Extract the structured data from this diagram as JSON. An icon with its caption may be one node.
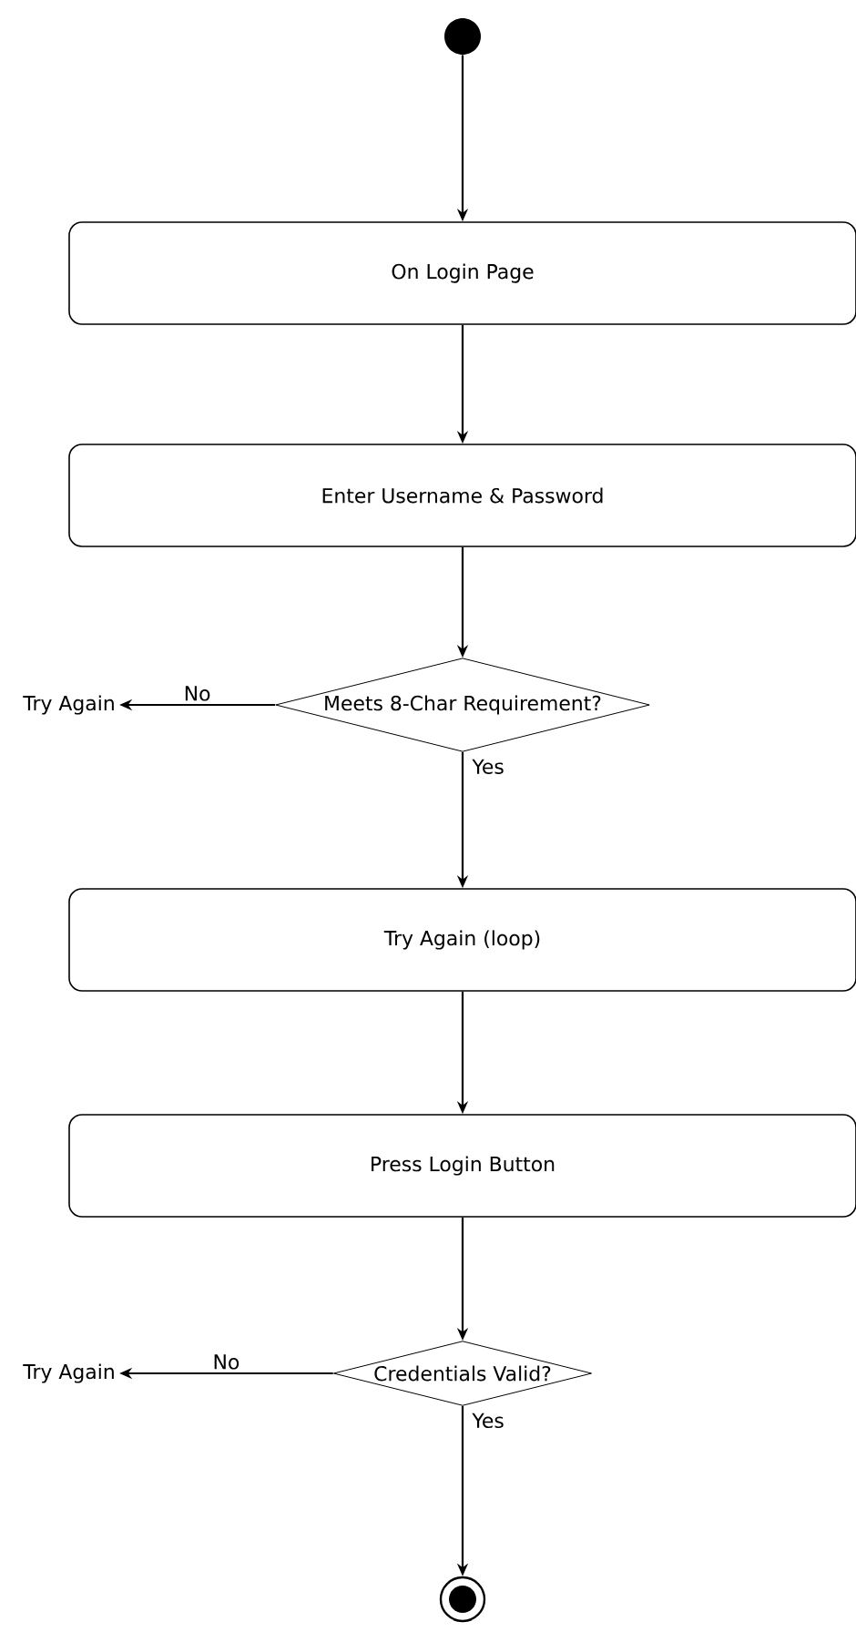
{
  "diagram": {
    "nodes": [
      {
        "text": [],
        "shape": "circle"
      },
      {
        "text": [
          "On Login Page"
        ]
      },
      {
        "text": [
          "Enter Username & Password"
        ]
      },
      {
        "text": [
          "Meets 8-Char Requirement?"
        ]
      },
      {
        "text": [
          "Try Again"
        ]
      },
      {
        "text": [
          "Try Again (loop)"
        ]
      },
      {
        "text": [
          "Press Login Button"
        ]
      },
      {
        "text": [
          "Credentials Valid?"
        ]
      },
      {
        "text": [
          "Try Again"
        ]
      },
      {
        "text": [],
        "shape": "circle"
      }
    ],
    "edges": [
      {
        "from": 0,
        "to": 1,
        "arrow": "to"
      },
      {
        "from": 1,
        "to": 2,
        "arrow": "to"
      },
      {
        "from": 2,
        "to": 3,
        "arrow": "to"
      },
      {
        "from": 3,
        "to": 4,
        "arrow": "to",
        "label": "No"
      },
      {
        "from": 3,
        "to": 5,
        "arrow": "to",
        "label": "Yes"
      },
      {
        "from": 5,
        "to": 6,
        "arrow": "to"
      },
      {
        "from": 6,
        "to": 7,
        "arrow": "to"
      },
      {
        "from": 7,
        "to": 8,
        "arrow": "to",
        "label": "No"
      },
      {
        "from": 7,
        "to": 9,
        "arrow": "to",
        "label": "Yes"
      }
    ]
  }
}
